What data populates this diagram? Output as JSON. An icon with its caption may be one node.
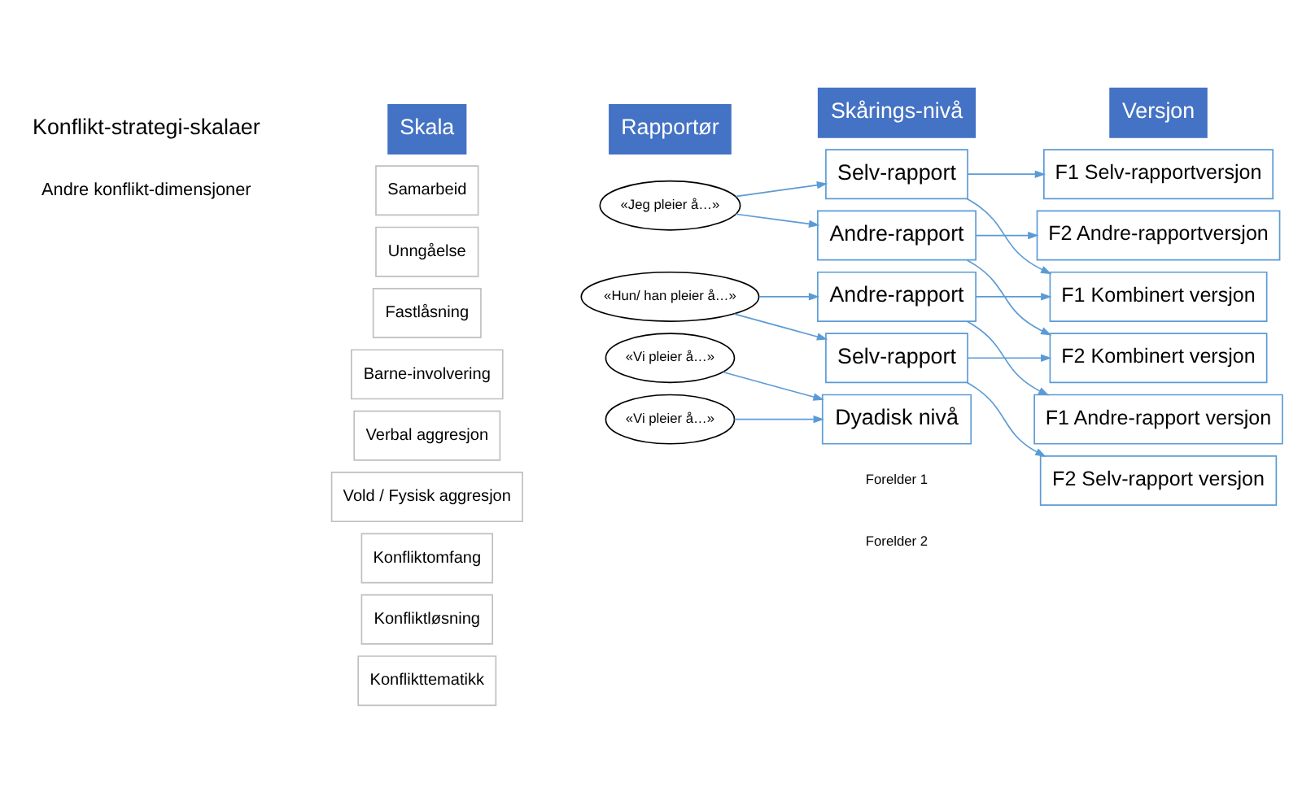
{
  "diagram": {
    "nodes": [
      {
        "text": [
          "Skala"
        ]
      },
      {
        "text": [
          "Rapportør"
        ]
      },
      {
        "text": [
          "Skårings-nivå"
        ]
      },
      {
        "text": [
          "Versjon"
        ]
      },
      {
        "text": [
          "Samarbeid"
        ]
      },
      {
        "text": [
          "Unngåelse"
        ]
      },
      {
        "text": [
          "Fastlåsning"
        ]
      },
      {
        "text": [
          "Barne-involvering"
        ]
      },
      {
        "text": [
          "Verbal aggresjon"
        ]
      },
      {
        "text": [
          "Vold / Fysisk aggresjon"
        ]
      },
      {
        "text": [
          "Konfliktomfang"
        ]
      },
      {
        "text": [
          "Konfliktløsning"
        ]
      },
      {
        "text": [
          "Konflikttematikk"
        ]
      },
      {
        "text": [
          "«Jeg pleier å…»"
        ]
      },
      {
        "text": [
          "«Hun/ han pleier å…»"
        ]
      },
      {
        "text": [
          "«Vi pleier å…»"
        ]
      },
      {
        "text": [
          "«Vi pleier å…»"
        ]
      },
      {
        "text": [
          "Selv-rapport"
        ]
      },
      {
        "text": [
          "Andre-rapport"
        ]
      },
      {
        "text": [
          "Andre-rapport"
        ]
      },
      {
        "text": [
          "Selv-rapport"
        ]
      },
      {
        "text": [
          "Dyadisk nivå"
        ]
      },
      {
        "text": [
          "F1 Selv-rapportversjon"
        ]
      },
      {
        "text": [
          "F2 Andre-rapportversjon"
        ]
      },
      {
        "text": [
          "F1 Kombinert versjon"
        ]
      },
      {
        "text": [
          "F2 Kombinert versjon"
        ]
      },
      {
        "text": [
          "F1 Andre-rapport versjon"
        ]
      },
      {
        "text": [
          "F2 Selv-rapport versjon"
        ]
      }
    ],
    "edges": [
      {
        "from": 13,
        "to": 17,
        "arrow": "to"
      },
      {
        "from": 13,
        "to": 18,
        "arrow": "to"
      },
      {
        "from": 14,
        "to": 19,
        "arrow": "to"
      },
      {
        "from": 14,
        "to": 20,
        "arrow": "to"
      },
      {
        "from": 15,
        "to": 21,
        "arrow": "to"
      },
      {
        "from": 16,
        "to": 21,
        "arrow": "to"
      },
      {
        "from": 17,
        "to": 22,
        "arrow": "to"
      },
      {
        "from": 17,
        "to": 24,
        "arrow": "to"
      },
      {
        "from": 18,
        "to": 23,
        "arrow": "to"
      },
      {
        "from": 18,
        "to": 25,
        "arrow": "to"
      },
      {
        "from": 19,
        "to": 24,
        "arrow": "to"
      },
      {
        "from": 19,
        "to": 26,
        "arrow": "to"
      },
      {
        "from": 20,
        "to": 25,
        "arrow": "to"
      },
      {
        "from": 20,
        "to": 27,
        "arrow": "to"
      }
    ],
    "labels": [
      "Konflikt-strategi-skalaer",
      "Andre konflikt-dimensjoner"
    ],
    "legend": [
      {
        "text": "Forelder 1"
      },
      {
        "text": "Forelder 2"
      }
    ]
  }
}
